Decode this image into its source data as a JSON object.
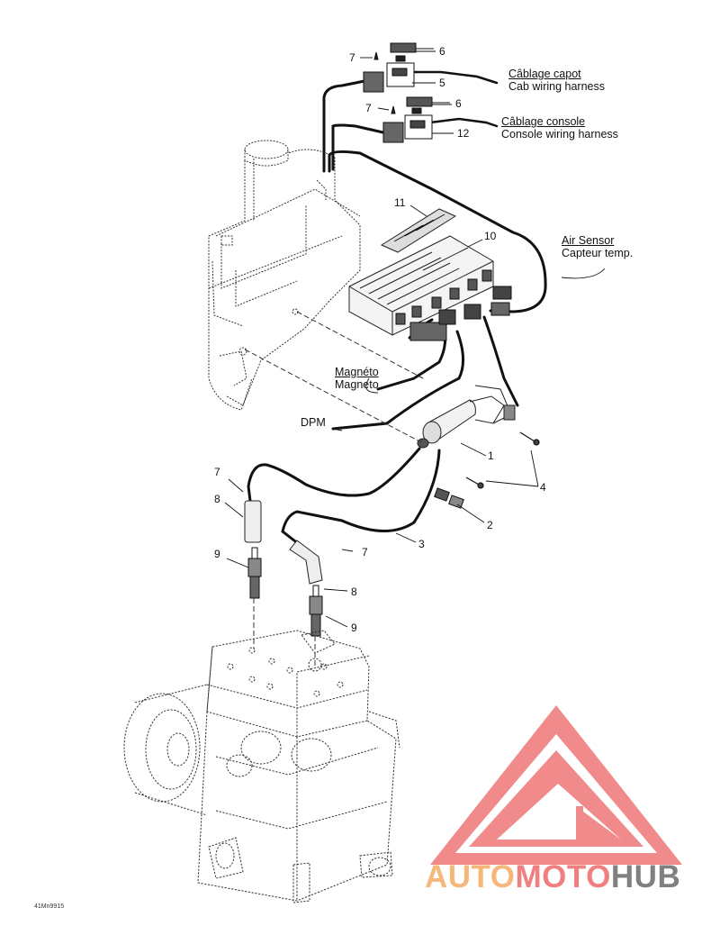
{
  "callouts": {
    "cab_fr": "Câblage capot",
    "cab_en": "Cab wiring harness",
    "console_fr": "Câblage console",
    "console_en": "Console wiring harness",
    "air_en": "Air Sensor",
    "air_fr": "Capteur temp.",
    "magneto_fr": "Magnéto",
    "magneto_en": "Magneto",
    "dpm": "DPM"
  },
  "part_numbers": {
    "n1": "1",
    "n2": "2",
    "n3": "3",
    "n4": "4",
    "n5": "5",
    "n6a": "6",
    "n6b": "6",
    "n7a": "7",
    "n7b": "7",
    "n7c": "7",
    "n7d": "7",
    "n8a": "8",
    "n8b": "8",
    "n9a": "9",
    "n9b": "9",
    "n10": "10",
    "n11": "11",
    "n12": "12"
  },
  "figure_code": "41Mn9915",
  "watermark": {
    "part1": "AUTO",
    "part2": "MOTO",
    "part3": "HUB",
    "color1": "#f5b87a",
    "color2": "#f07f7f",
    "color3": "#808080",
    "triangle_color": "#f07f7f"
  }
}
